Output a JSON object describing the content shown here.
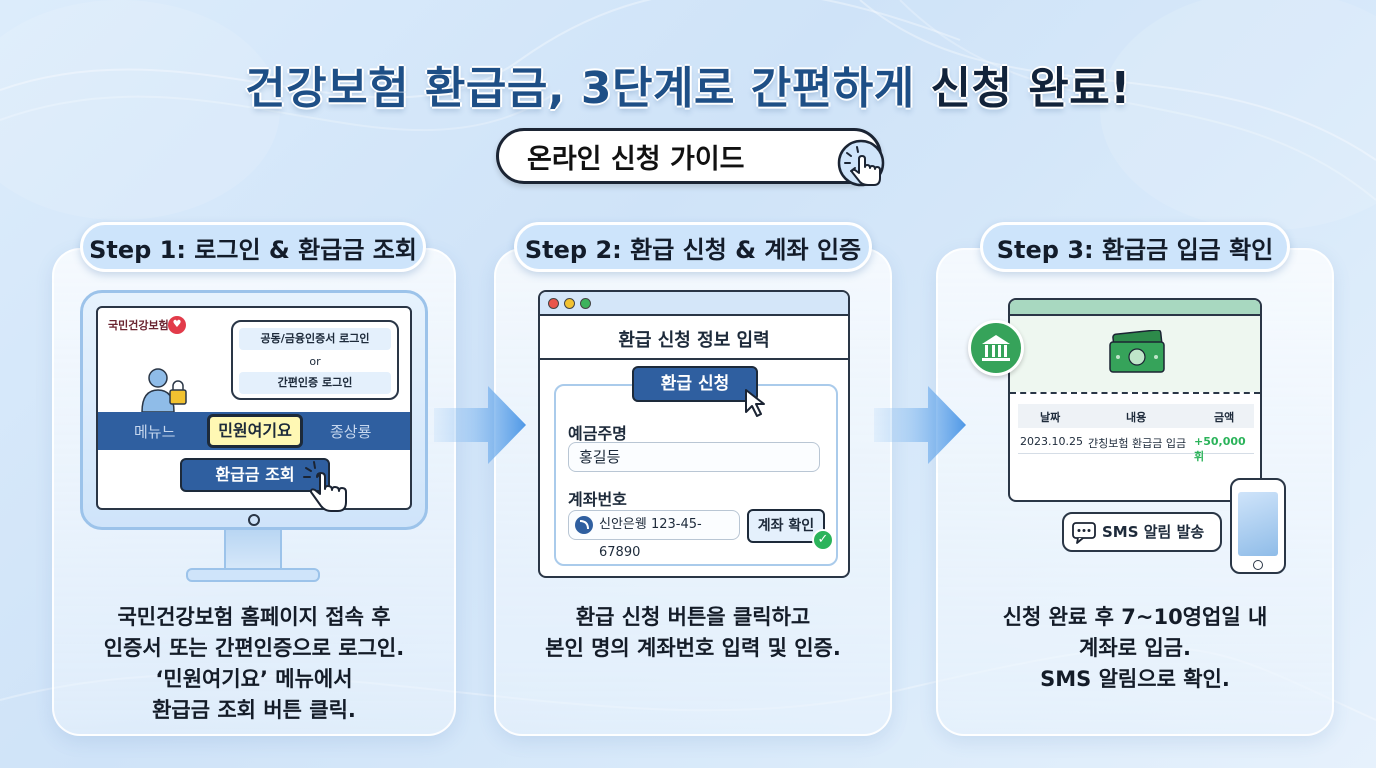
{
  "title": {
    "main": "건강보험 환급금, 3단계로 간편하게",
    "emphasis": "신청 완료!"
  },
  "guide": {
    "label": "온라인 신청 가이드",
    "icon": "hand-pointer-icon"
  },
  "steps": [
    {
      "label": "Step 1: 로그인 & 환급금 조회",
      "screen": {
        "logo_text": "국민건강보험",
        "login_options": [
          "공동/금융인증서 로그인",
          "간편인증 로그인"
        ],
        "login_or": "or",
        "menu": [
          "메뉴느",
          "민원여기요",
          "종상룡"
        ],
        "button": "환급금 조회"
      },
      "description": [
        "국민건강보험 홈페이지 접속 후",
        "인증서 또는 간편인증으로 로그인.",
        "‘민원여기요’ 메뉴에서",
        "환급금 조회 버튼 클릭."
      ]
    },
    {
      "label": "Step 2: 환급 신청 & 계좌 인증",
      "screen": {
        "window_title": "환급 신청 정보 입력",
        "apply_button": "환급 신청",
        "holder_label": "예금주명",
        "holder_value": "홍길등",
        "account_label": "계좌번호",
        "account_value": "신안은웽 123-45-67890",
        "verify_button": "계좌 확인"
      },
      "description": [
        "환급 신청 버튼을 클릭하고",
        "본인 명의 계좌번호 입력 및 인증."
      ]
    },
    {
      "label": "Step 3: 환급금 입금 확인",
      "screen": {
        "table_headers": [
          "날짜",
          "내용",
          "금액"
        ],
        "row": {
          "date": "2023.10.25",
          "content": "갼칭보험 환급금 입금",
          "amount": "+50,000휘"
        },
        "sms": "SMS 알림 발송"
      },
      "description": [
        "신청 완료 후 7~10영업일 내",
        "계좌로 입금.",
        "SMS 알림으로 확인."
      ]
    }
  ],
  "colors": {
    "title_blue": "#1e4f86",
    "button_blue": "#2f5fa0",
    "pill_blue": "#cde4fb",
    "money_green": "#36a35a",
    "amount_green": "#2bb35a",
    "highlight_yellow": "#fff8b4"
  }
}
